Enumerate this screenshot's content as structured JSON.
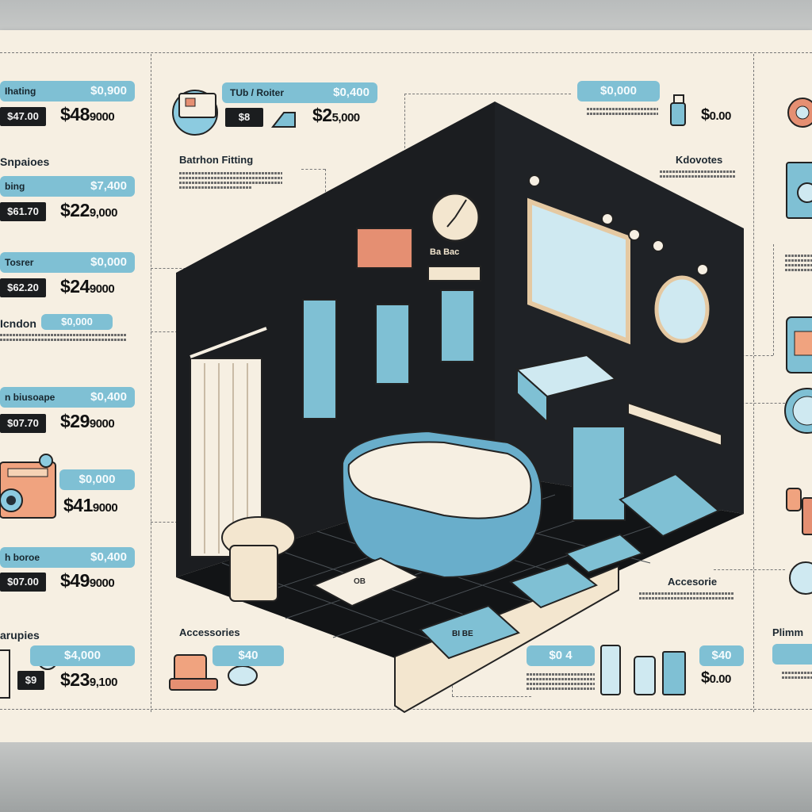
{
  "left_column": [
    {
      "label": "Ihating",
      "price": "$0,900",
      "tag": "$47.00",
      "amount": "$48",
      "amount_small": "9000"
    },
    {
      "heading": "Snpaioes",
      "label": "bing",
      "price": "$7,400",
      "tag": "$61.70",
      "amount": "$22",
      "amount_small": "9,000"
    },
    {
      "label": "Tosrer",
      "price": "$0,000",
      "tag": "$62.20",
      "amount": "$24",
      "amount_small": "9000"
    },
    {
      "label": "Icndon",
      "price": "$0,000"
    },
    {
      "label": "n biusoape",
      "price": "$0,400",
      "tag": "$07.70",
      "amount": "$29",
      "amount_small": "9000"
    },
    {
      "price": "$0,000",
      "amount": "$41",
      "amount_small": "9000"
    },
    {
      "label": "h boroe",
      "price": "$0,400",
      "tag": "$07.00",
      "amount": "$49",
      "amount_small": "9000"
    },
    {
      "heading": "arupies",
      "price": "$4,000",
      "tag": "$9",
      "amount": "$23",
      "amount_small": "9,100"
    }
  ],
  "top_center": {
    "title": "Batrhon Fitting",
    "pill_label": "TUb / Roiter",
    "price": "$0,400",
    "tag": "$8",
    "amount": "$2",
    "amount_small": "5,000"
  },
  "top_right": {
    "price": "$0,000",
    "amount": "$",
    "amount_small": "0.00"
  },
  "right_mid": {
    "title": "Kdovotes"
  },
  "right_low": {
    "title": "Accesorie"
  },
  "bottom_center": {
    "title": "Accessories",
    "price": "$40"
  },
  "bottom_right": {
    "price_a": "$0 4",
    "price_b": "$40",
    "amount": "$",
    "amount_small": "0.00"
  },
  "far_right": {
    "title": "Plimm"
  },
  "room": {
    "shelf_sign": "Ba  Bac",
    "rug_a": "OB",
    "rug_b": "BI  BE"
  },
  "colors": {
    "accent": "#7fc0d4",
    "wall": "#1b1d20",
    "paper": "#f6efe2",
    "tub": "#69aecb"
  }
}
